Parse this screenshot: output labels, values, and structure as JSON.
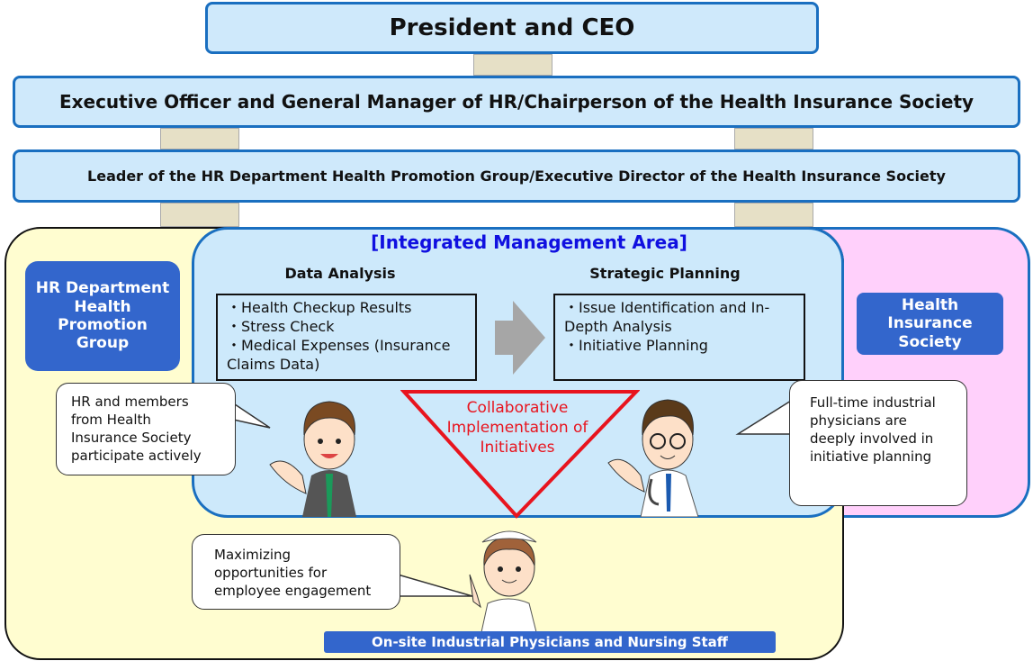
{
  "hierarchy": {
    "ceo": "President and CEO",
    "executive": "Executive Officer and General Manager of HR/Chairperson of the Health Insurance Society",
    "leader": "Leader of the HR Department Health Promotion Group/Executive Director of the Health Insurance Society"
  },
  "areas": {
    "integrated_title": "[Integrated Management Area]",
    "hr_group": "HR Department Health Promotion Group",
    "health_insurance": "Health Insurance Society",
    "onsite_staff": "On-site Industrial Physicians and Nursing Staff"
  },
  "data_analysis": {
    "title": "Data Analysis",
    "items": [
      "・Health Checkup Results",
      "・Stress Check",
      "・Medical Expenses (Insurance Claims Data)"
    ]
  },
  "strategic_planning": {
    "title": "Strategic Planning",
    "items": [
      "・Issue Identification and In-Depth Analysis",
      "・Initiative Planning"
    ]
  },
  "collaboration": "Collaborative Implementation of Initiatives",
  "bubbles": {
    "hr": "HR and members from Health Insurance Society participate actively",
    "physician": "Full-time industrial physicians are deeply involved in initiative planning",
    "nurse": "Maximizing opportunities for employee engagement"
  },
  "colors": {
    "border_blue": "#1a6fc0",
    "box_blue": "#3366cc",
    "title_blue": "#1010e0",
    "red": "#e8141e",
    "pink": "#ffd0fb",
    "yellow": "#fffdd0",
    "light_blue": "#cde9fb"
  }
}
